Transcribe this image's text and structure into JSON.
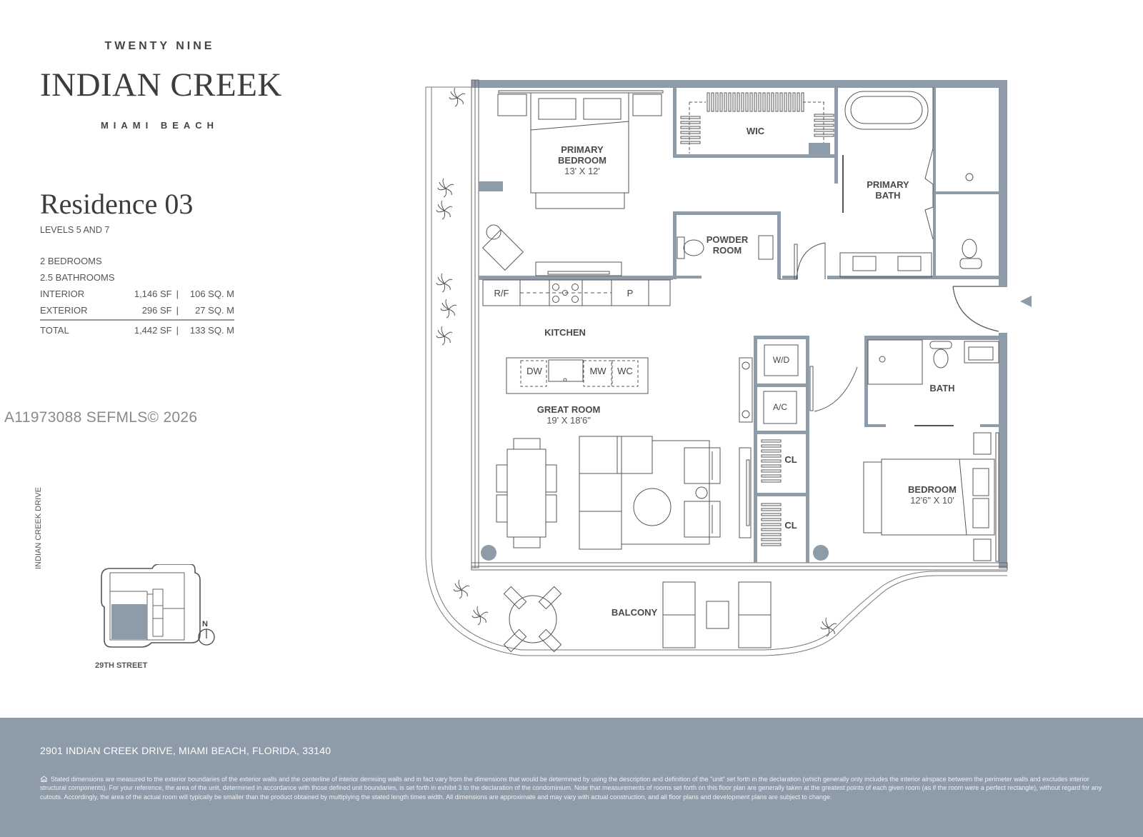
{
  "brand": {
    "line1": "TWENTY NINE",
    "line2": "INDIAN CREEK",
    "line3": "MIAMI BEACH"
  },
  "residence": {
    "title": "Residence 03",
    "levels": "LEVELS 5 AND 7",
    "bedrooms": "2 BEDROOMS",
    "bathrooms": "2.5 BATHROOMS",
    "areas": [
      {
        "label": "INTERIOR",
        "sf": "1,146 SF",
        "sqm": "106 SQ. M"
      },
      {
        "label": "EXTERIOR",
        "sf": "296 SF",
        "sqm": "27 SQ. M"
      },
      {
        "label": "TOTAL",
        "sf": "1,442 SF",
        "sqm": "133 SQ. M"
      }
    ],
    "separator": "|"
  },
  "watermark": "A11973088  SEFMLS© 2026",
  "site_plan": {
    "street_vertical": "INDIAN CREEK DRIVE",
    "street_horizontal": "29TH STREET",
    "north_label": "N",
    "highlight_color": "#8e9ba8"
  },
  "floor_plan": {
    "wall_color": "#8e9ba8",
    "rooms": {
      "primary_bedroom": {
        "name_line1": "PRIMARY",
        "name_line2": "BEDROOM",
        "dims": "13' X 12'"
      },
      "wic": {
        "name": "WIC"
      },
      "primary_bath": {
        "name_line1": "PRIMARY",
        "name_line2": "BATH"
      },
      "powder_room": {
        "name_line1": "POWDER",
        "name_line2": "ROOM"
      },
      "kitchen": {
        "name": "KITCHEN"
      },
      "great_room": {
        "name": "GREAT ROOM",
        "dims": "19' X 18'6\""
      },
      "bath": {
        "name": "BATH"
      },
      "bedroom": {
        "name": "BEDROOM",
        "dims": "12'6\" X 10'"
      },
      "balcony": {
        "name": "BALCONY"
      }
    },
    "appliances": {
      "rf": "R/F",
      "pantry": "P",
      "dw": "DW",
      "mw": "MW",
      "wc": "WC",
      "wd": "W/D",
      "ac": "A/C",
      "cl1": "CL",
      "cl2": "CL"
    }
  },
  "footer": {
    "address": "2901 INDIAN CREEK DRIVE, MIAMI BEACH, FLORIDA, 33140",
    "disclaimer": "Stated dimensions are measured to the exterior boundaries of the exterior walls and the centerline of interior demising walls and in fact vary from the dimensions that would be determined by using the description and definition of the \"unit\" set forth in the declaration (which generally only includes the interior airspace between the perimeter walls and excludes interior structural components). For your reference, the area of the unit, determined in accordance with those defined unit boundaries, is set forth in exhibit 3 to the declaration of the condominium. Note that measurements of rooms set forth on this floor plan are generally taken at the greatest points of each given room (as if the room were a perfect rectangle), without regard for any cutouts. Accordingly, the area of the actual room will typically be smaller than the product obtained by multiplying the stated length times width. All dimensions are approximate and may vary with actual construction, and all floor plans and development plans are subject to change.",
    "background": "#8e9ba8"
  }
}
